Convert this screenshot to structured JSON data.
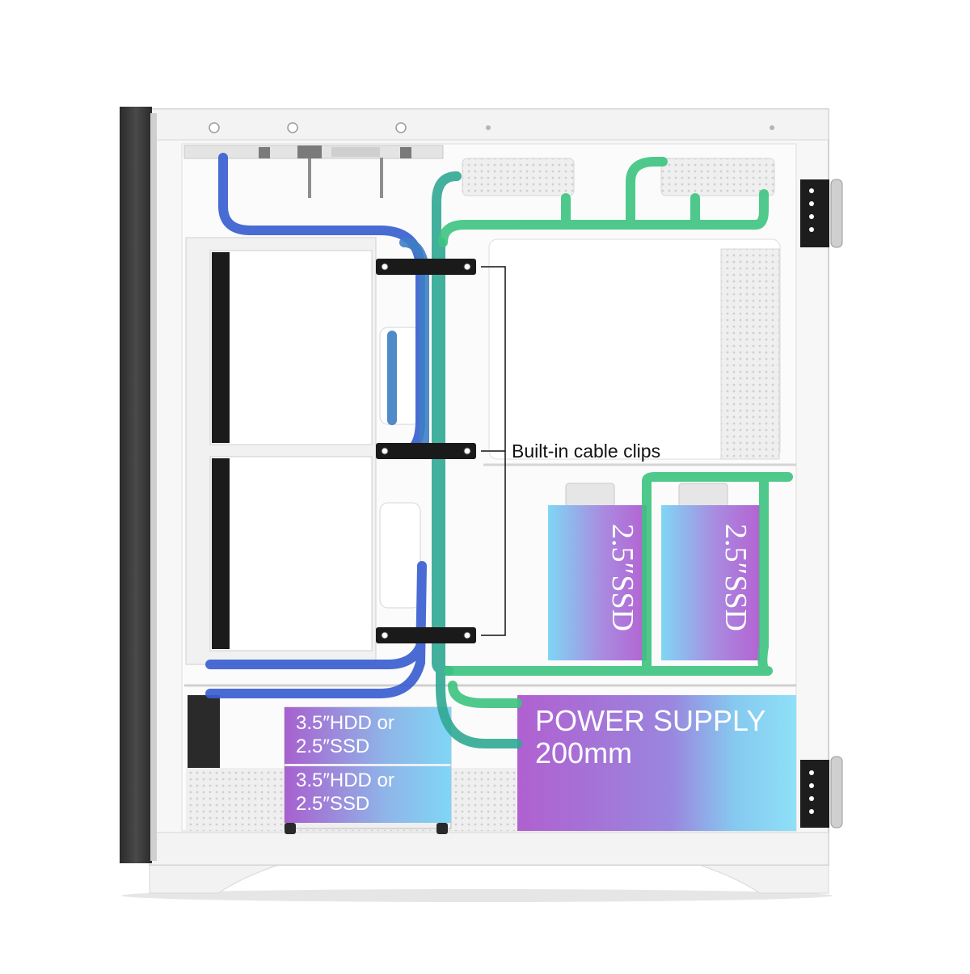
{
  "labels": {
    "cable_clips": "Built-in cable clips",
    "ssd_top_left": "2.5″SSD",
    "ssd_top_right": "2.5″SSD",
    "hdd_upper": [
      "3.5″HDD or",
      "2.5″SSD"
    ],
    "hdd_lower": [
      "3.5″HDD or",
      "2.5″SSD"
    ],
    "power_supply": [
      "POWER SUPPLY",
      "200mm"
    ]
  },
  "colors": {
    "cable_blue": "#2d4fd1",
    "cable_teal": "#2fa38f",
    "cable_green": "#3bc47e",
    "ssd_cyan": "#7fd6f5",
    "ssd_purple": "#b76ad6",
    "case_white": "#f7f7f7",
    "front_panel": "#3a3a3a",
    "clip_black": "#1a1a1a"
  }
}
